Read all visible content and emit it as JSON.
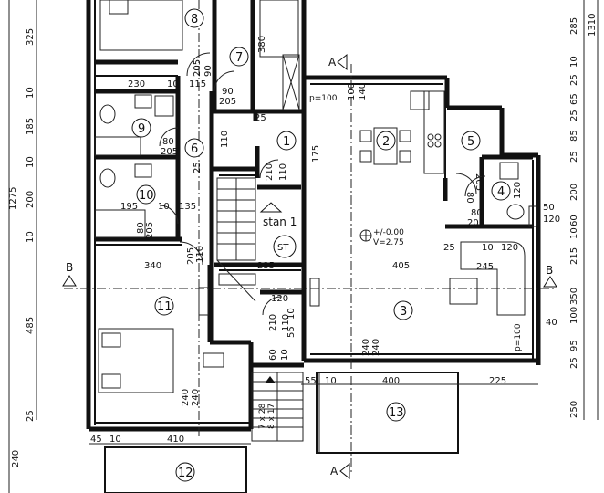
{
  "rooms": [
    {
      "id": "1",
      "label": "1"
    },
    {
      "id": "2",
      "label": "2"
    },
    {
      "id": "3",
      "label": "3"
    },
    {
      "id": "4",
      "label": "4"
    },
    {
      "id": "5",
      "label": "5"
    },
    {
      "id": "6",
      "label": "6"
    },
    {
      "id": "7",
      "label": "7"
    },
    {
      "id": "8",
      "label": "8"
    },
    {
      "id": "9",
      "label": "9"
    },
    {
      "id": "10",
      "label": "10"
    },
    {
      "id": "11",
      "label": "11"
    },
    {
      "id": "12",
      "label": "12"
    },
    {
      "id": "13",
      "label": "13"
    }
  ],
  "labels": {
    "stair": "stan 1",
    "stair_symbol": "ST",
    "level_1": "+/-0.00",
    "level_2": "V=2.75",
    "section_a": "A",
    "section_b": "B",
    "parapet_p100": "p=100",
    "stair_steps_1": "7 x 28",
    "stair_steps_2": "8 x 17"
  },
  "left_dims": [
    "325",
    "10",
    "185",
    "10",
    "200",
    "10",
    "485",
    "25",
    "240"
  ],
  "left_total": "1275",
  "right_dims": [
    "285",
    "10",
    "25",
    "65",
    "25",
    "85",
    "25",
    "200",
    "60",
    "10",
    "215",
    "350",
    "100",
    "95",
    "25",
    "250"
  ],
  "right_total": "1310",
  "top_row_dims": [
    "230",
    "10",
    "115",
    "90",
    "205"
  ],
  "mid_dims": [
    "195",
    "10",
    "135",
    "340",
    "235",
    "405"
  ],
  "bottom_dims": [
    "45",
    "10",
    "410",
    "55",
    "10",
    "400",
    "225"
  ],
  "door_dims": [
    "80",
    "205",
    "80",
    "205",
    "90",
    "205",
    "80",
    "205",
    "80",
    "205",
    "80",
    "205",
    "210",
    "110",
    "205",
    "110",
    "120",
    "210",
    "110",
    "240",
    "240",
    "240",
    "240",
    "25",
    "10",
    "120",
    "245",
    "40",
    "120",
    "50",
    "120",
    "380",
    "90",
    "205",
    "175",
    "140",
    "100",
    "110",
    "25",
    "25",
    "55",
    "10",
    "60",
    "10"
  ]
}
